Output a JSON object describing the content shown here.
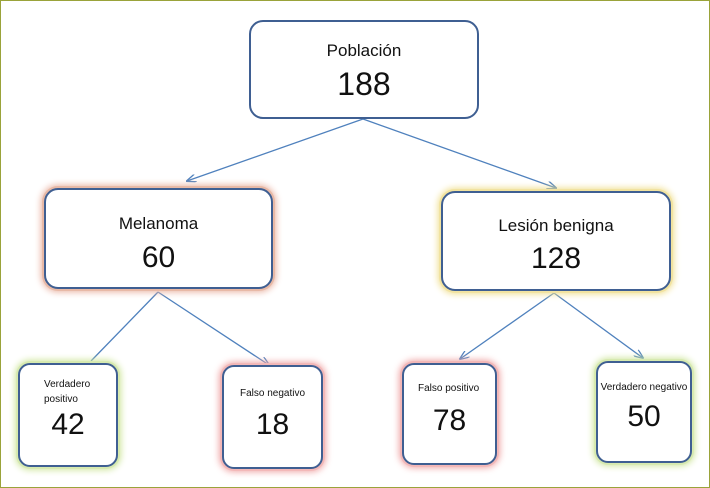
{
  "root": {
    "label": "Población",
    "value": "188"
  },
  "melanoma": {
    "label": "Melanoma",
    "value": "60"
  },
  "benigna": {
    "label": "Lesión benigna",
    "value": "128"
  },
  "verdadero_positivo": {
    "label_line1": "Verdadero",
    "label_line2": "positivo",
    "value": "42"
  },
  "falso_negativo": {
    "label": "Falso negativo",
    "value": "18"
  },
  "falso_positivo": {
    "label": "Falso positivo",
    "value": "78"
  },
  "verdadero_negativo": {
    "label": "Verdadero negativo",
    "value": "50"
  },
  "colors": {
    "box_border": "#3f5f92",
    "connector": "#4f81bd",
    "glow_orange": "#e9b2a0",
    "glow_yellow": "#f0df8f",
    "glow_green": "#cfe69d",
    "glow_red": "#f0a8a8",
    "frame": "#9aa33a"
  }
}
